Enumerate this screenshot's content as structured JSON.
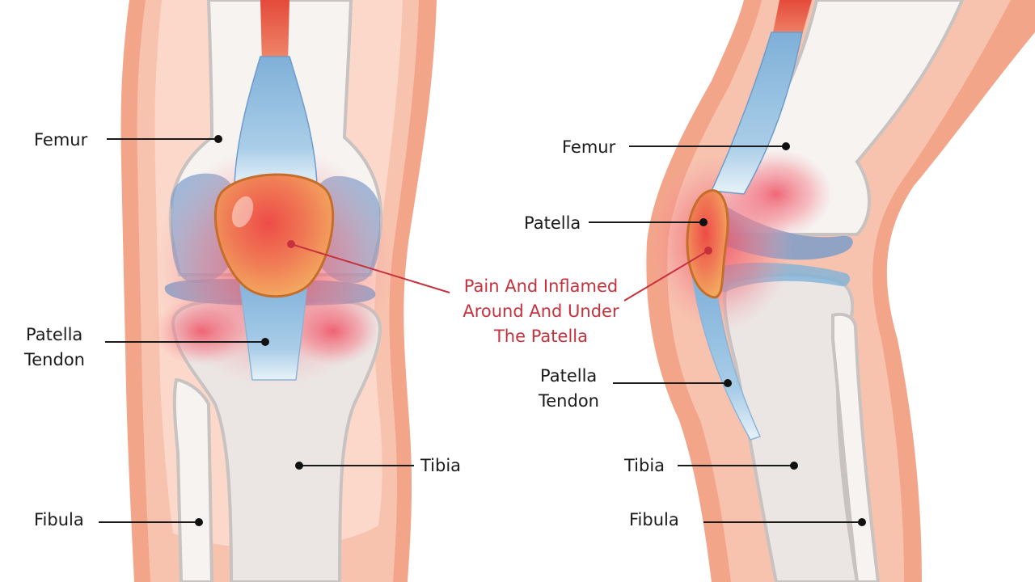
{
  "colors": {
    "skin_outer": "#f3a58a",
    "skin_mid": "#f7c3ae",
    "skin_inner": "#fbdacd",
    "bone": "#ebe6e4",
    "bone_light": "#f6f3f1",
    "bone_edge": "#c8c2c0",
    "meniscus": "#7f9dc9",
    "tendon": "#9ec3e2",
    "tendon_light": "#d4e7f3",
    "muscle": "#e3584a",
    "patella": "#f0a15d",
    "inflammation": "#ef5a6a",
    "callout_text": "#c5323d",
    "leader": "#1a1a1a"
  },
  "front_view": {
    "labels": {
      "femur": "Femur",
      "patella_tendon_line1": "Patella",
      "patella_tendon_line2": "Tendon",
      "tibia": "Tibia",
      "fibula": "Fibula"
    }
  },
  "side_view": {
    "labels": {
      "femur": "Femur",
      "patella": "Patella",
      "patella_tendon_line1": "Patella",
      "patella_tendon_line2": "Tendon",
      "tibia": "Tibia",
      "fibula": "Fibula"
    }
  },
  "callout": {
    "line1": "Pain And Inflamed",
    "line2": "Around And Under",
    "line3": "The Patella"
  }
}
